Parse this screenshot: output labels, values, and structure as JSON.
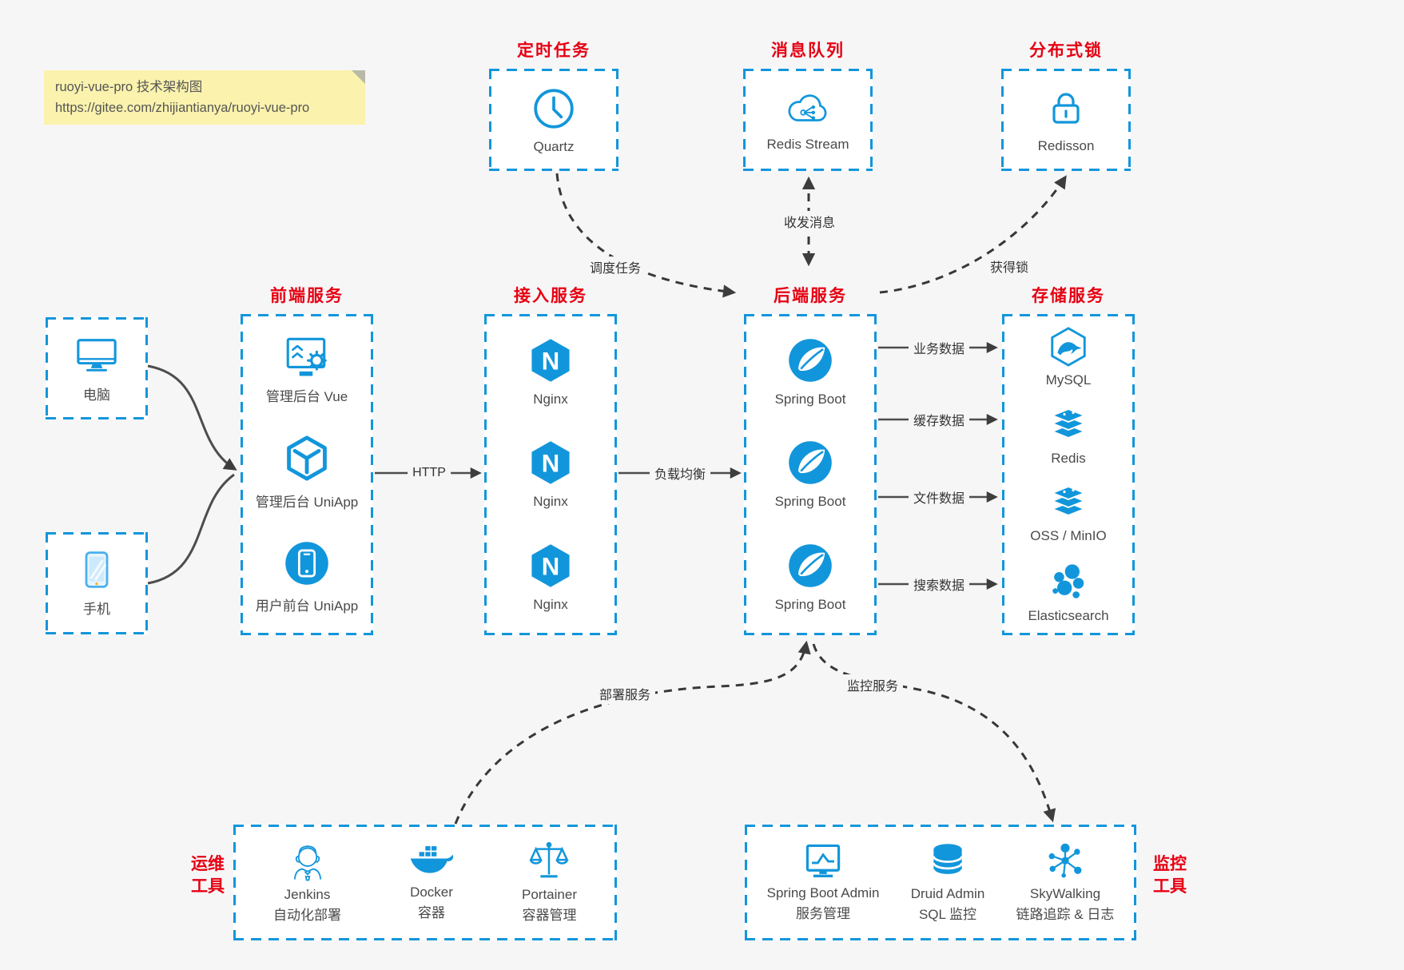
{
  "note": {
    "line1": "ruoyi-vue-pro 技术架构图",
    "line2": "https://gitee.com/zhijiantianya/ruoyi-vue-pro"
  },
  "colors": {
    "accent_blue": "#1296db",
    "title_red": "#e60012",
    "note_bg": "#faf2ad",
    "solid_line": "#4d4d4d",
    "dashed_line": "#383838",
    "page_bg": "#f6f6f7"
  },
  "icons": {
    "nginx_letter": "N"
  },
  "groups": {
    "scheduler": {
      "title": "定时任务",
      "items": [
        {
          "icon": "clock-icon",
          "label": "Quartz"
        }
      ]
    },
    "mq": {
      "title": "消息队列",
      "items": [
        {
          "icon": "cloud-stream-icon",
          "label": "Redis Stream"
        }
      ]
    },
    "lock": {
      "title": "分布式锁",
      "items": [
        {
          "icon": "lock-icon",
          "label": "Redisson"
        }
      ]
    },
    "clients": {
      "items": [
        {
          "icon": "desktop-icon",
          "label": "电脑"
        },
        {
          "icon": "phone-icon",
          "label": "手机"
        }
      ]
    },
    "frontend": {
      "title": "前端服务",
      "items": [
        {
          "icon": "admin-vue-icon",
          "label": "管理后台 Vue"
        },
        {
          "icon": "uniapp-cube-icon",
          "label": "管理后台 UniApp"
        },
        {
          "icon": "mobile-app-icon",
          "label": "用户前台 UniApp"
        }
      ]
    },
    "access": {
      "title": "接入服务",
      "items": [
        {
          "icon": "nginx-icon",
          "label": "Nginx"
        },
        {
          "icon": "nginx-icon",
          "label": "Nginx"
        },
        {
          "icon": "nginx-icon",
          "label": "Nginx"
        }
      ]
    },
    "backend": {
      "title": "后端服务",
      "items": [
        {
          "icon": "spring-icon",
          "label": "Spring Boot"
        },
        {
          "icon": "spring-icon",
          "label": "Spring Boot"
        },
        {
          "icon": "spring-icon",
          "label": "Spring Boot"
        }
      ]
    },
    "storage": {
      "title": "存储服务",
      "items": [
        {
          "icon": "mysql-icon",
          "label": "MySQL"
        },
        {
          "icon": "redis-icon",
          "label": "Redis"
        },
        {
          "icon": "oss-icon",
          "label": "OSS / MinIO"
        },
        {
          "icon": "elasticsearch-icon",
          "label": "Elasticsearch"
        }
      ]
    },
    "ops": {
      "label_line1": "运维",
      "label_line2": "工具",
      "items": [
        {
          "icon": "jenkins-icon",
          "name": "Jenkins",
          "desc": "自动化部署"
        },
        {
          "icon": "docker-icon",
          "name": "Docker",
          "desc": "容器"
        },
        {
          "icon": "portainer-icon",
          "name": "Portainer",
          "desc": "容器管理"
        }
      ]
    },
    "monitor": {
      "label_line1": "监控",
      "label_line2": "工具",
      "items": [
        {
          "icon": "sba-icon",
          "name": "Spring Boot Admin",
          "desc": "服务管理"
        },
        {
          "icon": "druid-icon",
          "name": "Druid Admin",
          "desc": "SQL 监控"
        },
        {
          "icon": "skywalking-icon",
          "name": "SkyWalking",
          "desc": "链路追踪 & 日志"
        }
      ]
    }
  },
  "edges": {
    "http": "HTTP",
    "load_balance": "负载均衡",
    "schedule": "调度任务",
    "message": "收发消息",
    "get_lock": "获得锁",
    "biz_data": "业务数据",
    "cache_data": "缓存数据",
    "file_data": "文件数据",
    "search_data": "搜索数据",
    "deploy": "部署服务",
    "monitor": "监控服务"
  }
}
